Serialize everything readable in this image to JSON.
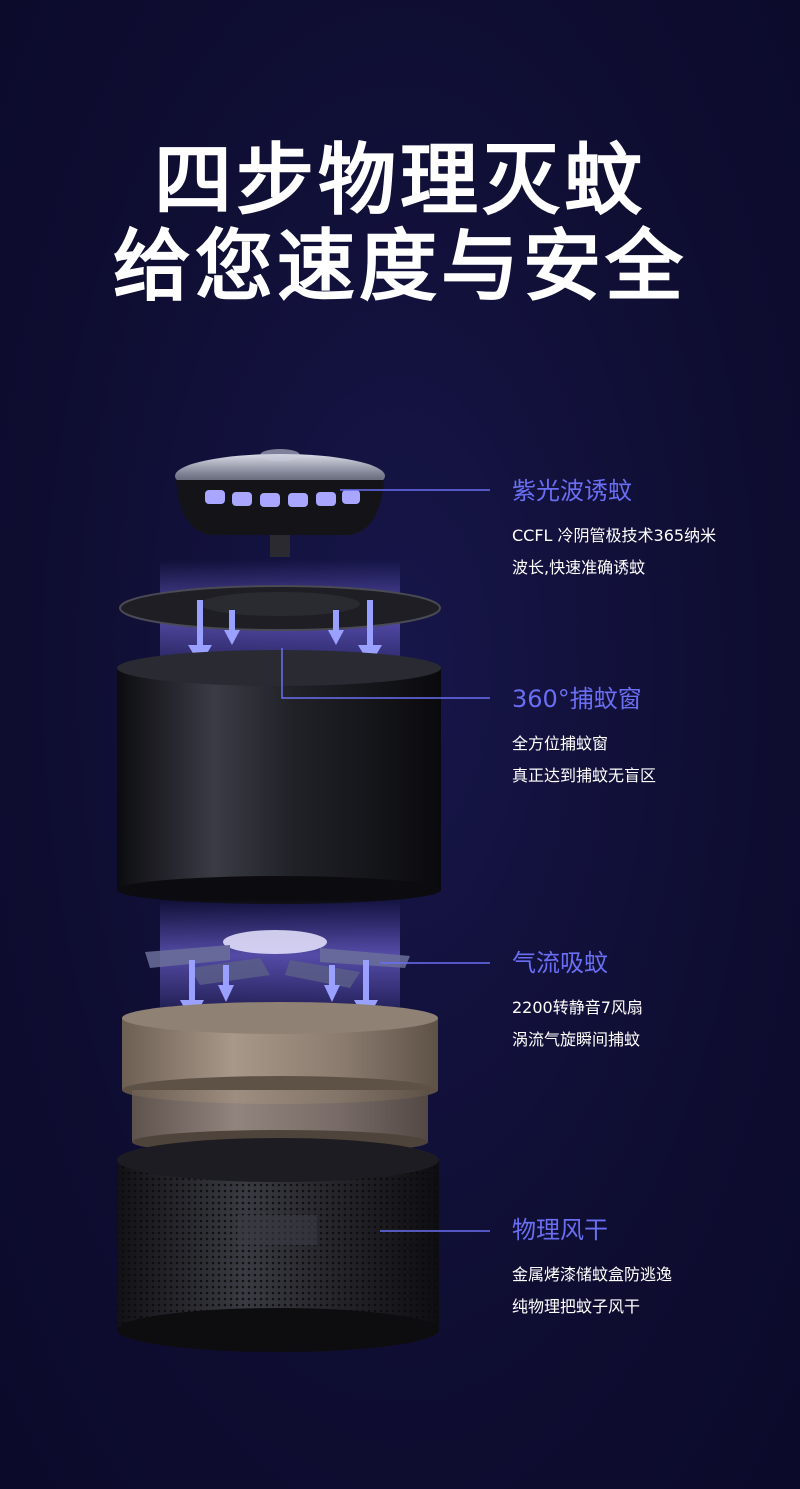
{
  "headline": {
    "line1": "四步物理灭蚊",
    "line2": "给您速度与安全"
  },
  "features": [
    {
      "title": "紫光波诱蚊",
      "desc1": "CCFL 冷阴管极技术365纳米",
      "desc2": "波长,快速准确诱蚊"
    },
    {
      "title": "360°捕蚊窗",
      "desc1": "全方位捕蚊窗",
      "desc2": "真正达到捕蚊无盲区"
    },
    {
      "title": "气流吸蚊",
      "desc1": "2200转静音7风扇",
      "desc2": "涡流气旋瞬间捕蚊"
    },
    {
      "title": "物理风干",
      "desc1": "金属烤漆储蚊盒防逃逸",
      "desc2": "纯物理把蚊子风干"
    }
  ],
  "colors": {
    "background": "#0f0e33",
    "accent": "#6a6ef2",
    "text": "#ffffff",
    "uv_glow": "#8a7bff"
  }
}
